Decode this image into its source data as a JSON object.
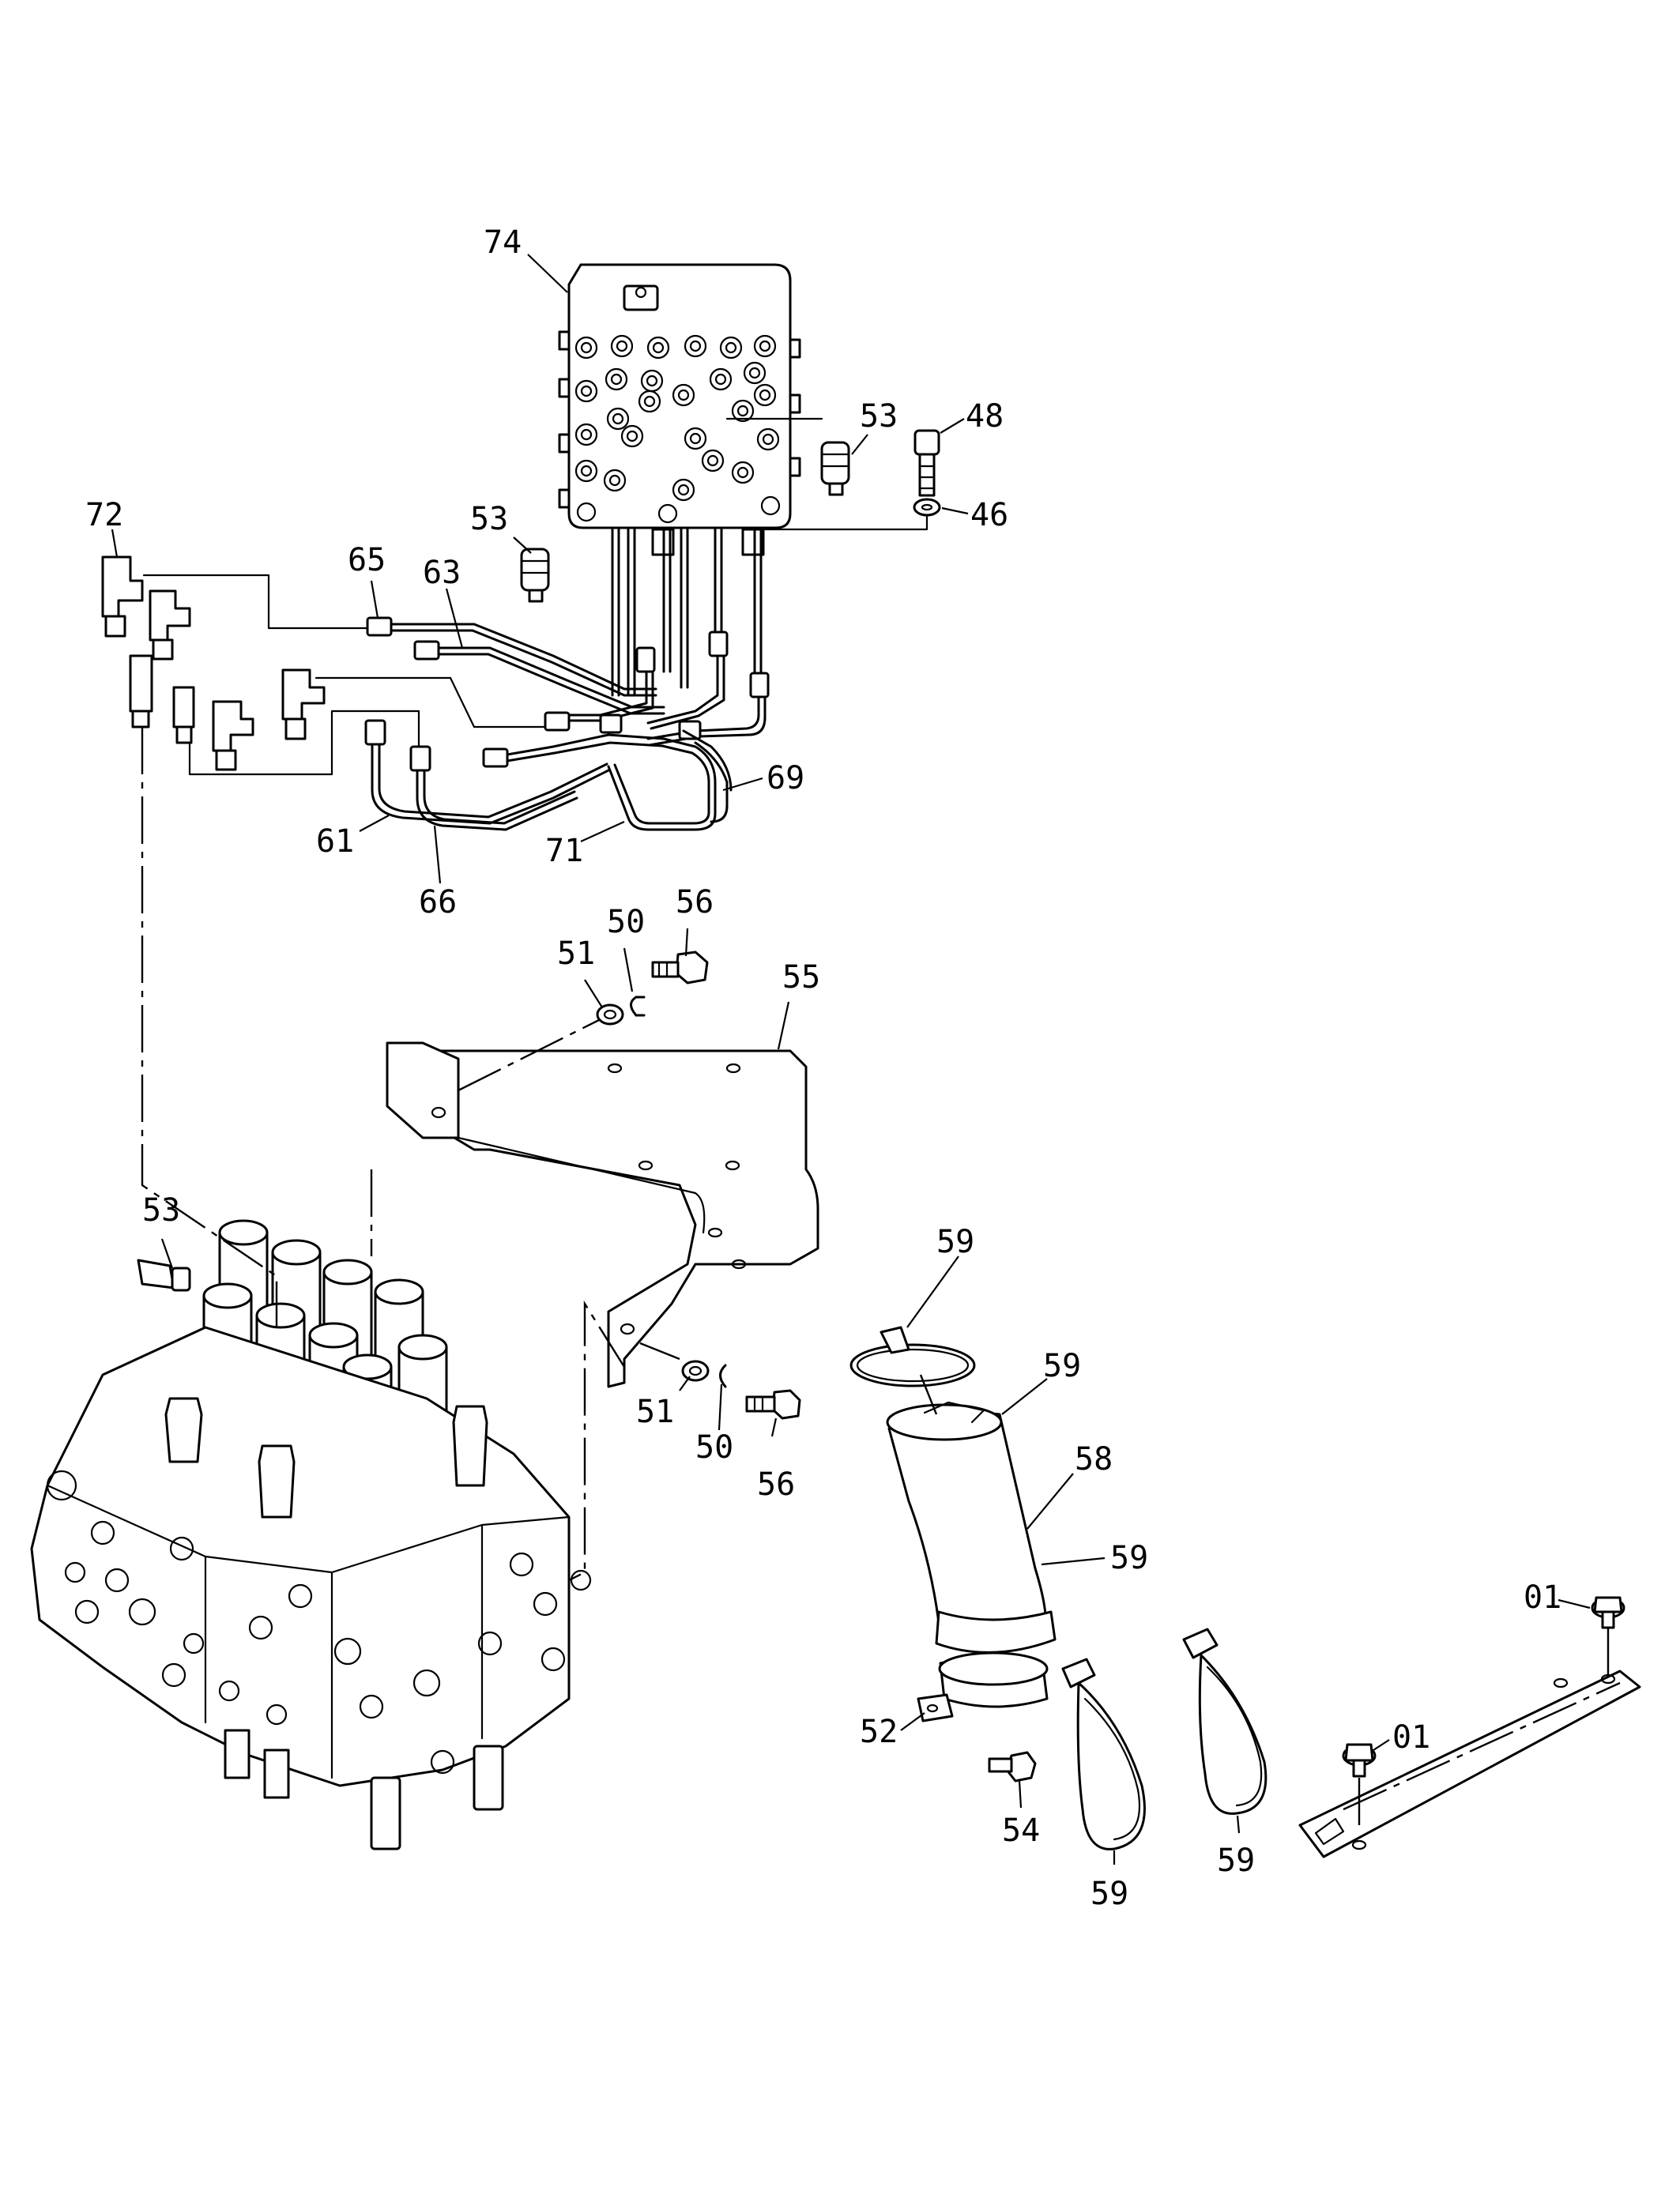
{
  "callouts": {
    "c74": "74",
    "c53a": "53",
    "c48": "48",
    "c72": "72",
    "c53b": "53",
    "c46": "46",
    "c65": "65",
    "c63": "63",
    "c69": "69",
    "c61": "61",
    "c71": "71",
    "c66": "66",
    "c51a": "51",
    "c50a": "50",
    "c56a": "56",
    "c55": "55",
    "c53c": "53",
    "c59a": "59",
    "c59b": "59",
    "c51b": "51",
    "c50b": "50",
    "c56b": "56",
    "c58": "58",
    "c59c": "59",
    "c01a": "01",
    "c52": "52",
    "c01b": "01",
    "c54": "54",
    "c59d": "59",
    "c59e": "59"
  }
}
